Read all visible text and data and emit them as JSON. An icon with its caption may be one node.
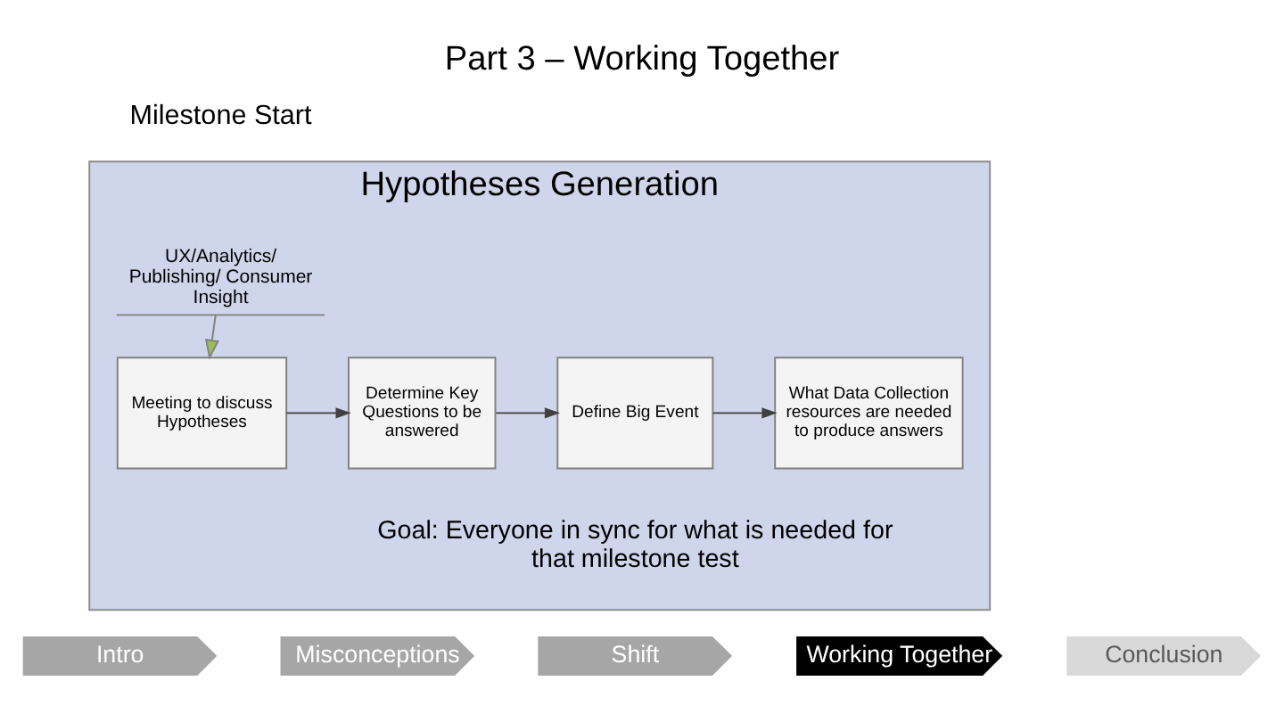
{
  "diagram": {
    "title": "Part 3 – Working Together",
    "nodes": [
      {
        "text": [
          "Hypotheses Generation"
        ]
      },
      {
        "text": [
          "UX/Analytics/ Publishing/ Consumer Insight"
        ],
        "in": 0
      },
      {
        "text": [
          "Meeting to discuss Hypotheses"
        ],
        "in": 0
      },
      {
        "text": [
          "Determine Key Questions to be answered"
        ],
        "in": 0
      },
      {
        "text": [
          "Define Big Event"
        ],
        "in": 0
      },
      {
        "text": [
          "What Data Collection resources are needed to produce answers"
        ],
        "in": 0
      },
      {
        "text": [
          "Intro"
        ]
      },
      {
        "text": [
          "Misconceptions"
        ]
      },
      {
        "text": [
          "Shift"
        ]
      },
      {
        "text": [
          "Working Together"
        ]
      },
      {
        "text": [
          "Conclusion"
        ]
      }
    ],
    "edges": [
      {
        "from": 1,
        "to": 2,
        "arrow": "to"
      },
      {
        "from": 2,
        "to": 3,
        "arrow": "to"
      },
      {
        "from": 3,
        "to": 4,
        "arrow": "to"
      },
      {
        "from": 4,
        "to": 5,
        "arrow": "to"
      }
    ],
    "labels": [
      "Milestone Start",
      "Goal: Everyone in sync for what is needed for that milestone test"
    ]
  }
}
